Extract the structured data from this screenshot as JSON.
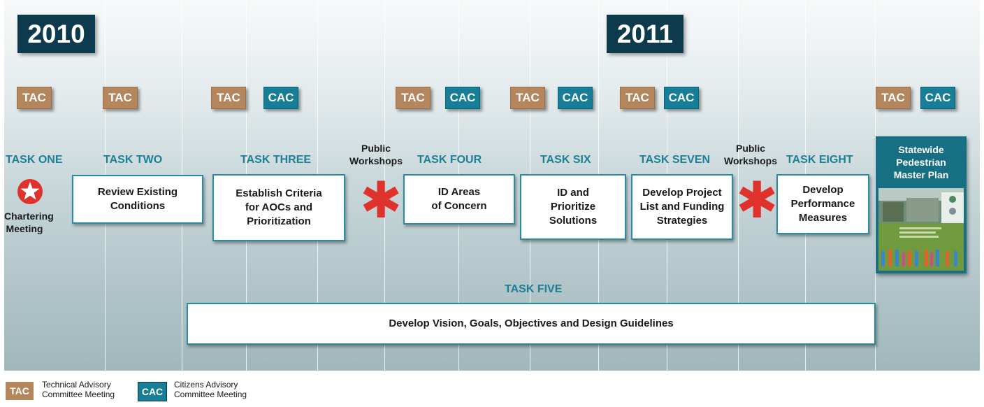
{
  "years": [
    "2010",
    "2011"
  ],
  "badges": [
    "TAC",
    "TAC",
    "TAC",
    "CAC",
    "TAC",
    "CAC",
    "TAC",
    "CAC",
    "TAC",
    "CAC",
    "TAC",
    "CAC"
  ],
  "tasks": {
    "one": {
      "title": "TASK ONE"
    },
    "two": {
      "title": "TASK TWO",
      "text": "Review Existing\nConditions"
    },
    "three": {
      "title": "TASK THREE",
      "text": "Establish Criteria\nfor AOCs and\nPrioritization"
    },
    "four": {
      "title": "TASK FOUR",
      "text": "ID Areas\nof Concern"
    },
    "five": {
      "title": "TASK FIVE",
      "text": "Develop Vision, Goals, Objectives and Design Guidelines"
    },
    "six": {
      "title": "TASK SIX",
      "text": "ID and\nPrioritize\nSolutions"
    },
    "seven": {
      "title": "TASK SEVEN",
      "text": "Develop Project\nList and Funding\nStrategies"
    },
    "eight": {
      "title": "TASK EIGHT",
      "text": "Develop\nPerformance\nMeasures"
    }
  },
  "chartering": "Chartering\nMeeting",
  "public_workshops": "Public\nWorkshops",
  "final": {
    "title": "Statewide\nPedestrian\nMaster Plan"
  },
  "legend": {
    "tac_label": "TAC",
    "tac_text": "Technical Advisory\nCommittee Meeting",
    "cac_label": "CAC",
    "cac_text": "Citizens Advisory\nCommittee Meeting"
  },
  "colors": {
    "year_bg": "#0d3a4d",
    "tac": "#b4865e",
    "cac": "#167e97",
    "task_title": "#1b7f97",
    "asterisk": "#e0322c",
    "final_bg": "#176f84"
  },
  "icons": [
    "star-icon",
    "asterisk-icon"
  ]
}
